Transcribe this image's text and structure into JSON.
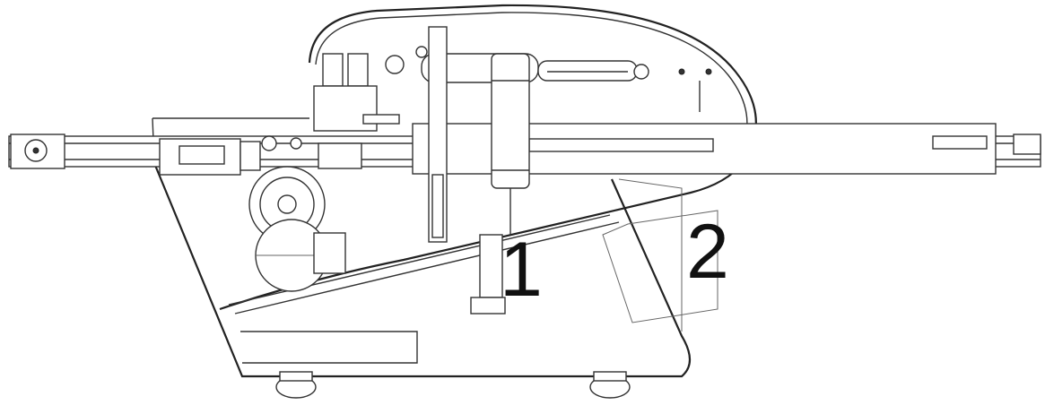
{
  "diagram": {
    "callouts": [
      {
        "id": "callout-1",
        "label": "1"
      },
      {
        "id": "callout-2",
        "label": "2"
      }
    ],
    "colors": {
      "line": "#333333",
      "text": "#111111",
      "background": "#ffffff"
    }
  }
}
